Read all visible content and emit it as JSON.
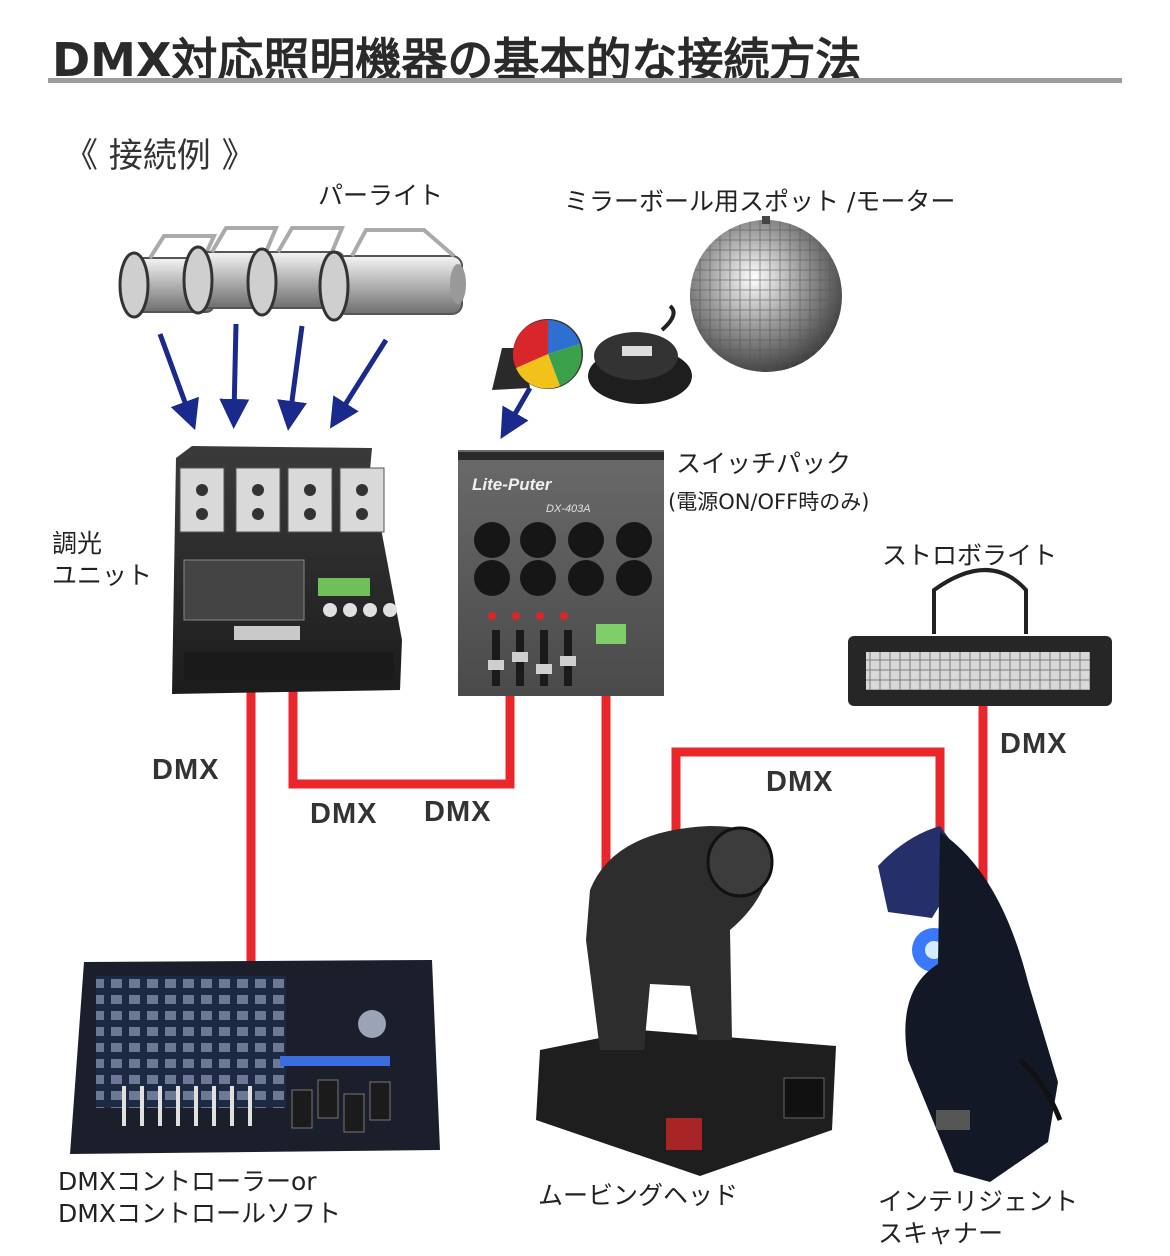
{
  "title": "DMX対応照明機器の基本的な接続方法",
  "subtitle": "《 接続例 》",
  "labels": {
    "par_light": "パーライト",
    "mirror_ball": "ミラーボール用スポット /モーター",
    "switch_pack": "スイッチパック",
    "switch_pack_note": "(電源ON/OFF時のみ)",
    "dimmer_line1": "調光",
    "dimmer_line2": "ユニット",
    "strobe": "ストロボライト",
    "controller_line1": "DMXコントローラーor",
    "controller_line2": "DMXコントロールソフト",
    "moving_head": "ムービングヘッド",
    "scanner_line1": "インテリジェント",
    "scanner_line2": "スキャナー"
  },
  "dmx_labels": [
    "DMX",
    "DMX",
    "DMX",
    "DMX",
    "DMX"
  ],
  "device_text": {
    "switch_pack_brand": "Lite-Puter",
    "switch_pack_model": "DX-403A"
  },
  "colors": {
    "cable": "#e8262b",
    "arrow": "#1a2a8c",
    "title_rule": "#9c9c9c",
    "device_dark": "#2b2b2b"
  }
}
